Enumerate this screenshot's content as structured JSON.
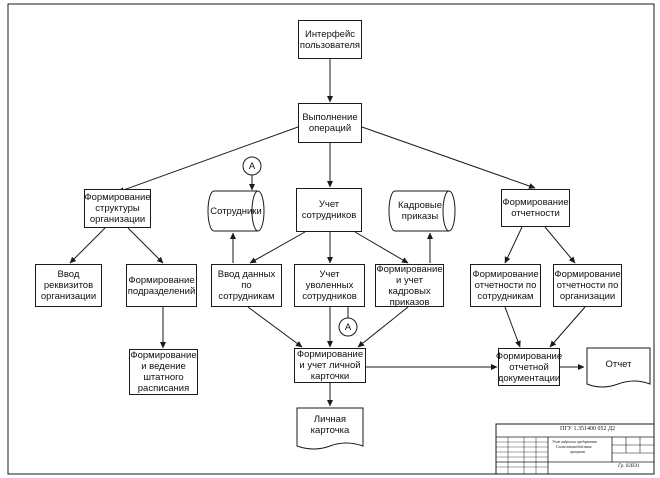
{
  "nodes": {
    "user_interface": "Интерфейс\nпользователя",
    "operations": "Выполнение\nопераций",
    "org_structure": "Формирование\nструктуры\nорганизации",
    "employees_db": "Сотрудники",
    "staff_accounting": "Учет\nсотрудников",
    "hr_orders_db": "Кадровые\nприказы",
    "reporting": "Формирование\nотчетности",
    "org_details": "Ввод\nреквизитов\nорганизации",
    "departments": "Формирование\nподразделений",
    "employee_data": "Ввод данных\nпо сотрудникам",
    "dismissed": "Учет\nуволенных\nсотрудников",
    "orders": "Формирование\nи учет\nкадровых\nприказов",
    "report_employees": "Формирование\nотчетности по\nсотрудникам",
    "report_org": "Формирование\nотчетности по\nорганизации",
    "staffing": "Формирование\nи ведение\nштатного\nрасписания",
    "personal_card": "Формирование\nи учет личной\nкарточки",
    "report_docs": "Формирование\nотчетной\nдокументации",
    "report_doc": "Отчет",
    "card_doc": "Личная\nкарточка"
  },
  "connectors": {
    "top": "А",
    "bottom": "А"
  },
  "stamp": {
    "code": "ПГУ 1.351400 052 Д2",
    "title_line1": "Учет кадров на предприятии",
    "title_line2": "Схема взаимодействия",
    "title_line3": "программ",
    "group": "Гр. 02ВЭ1"
  }
}
